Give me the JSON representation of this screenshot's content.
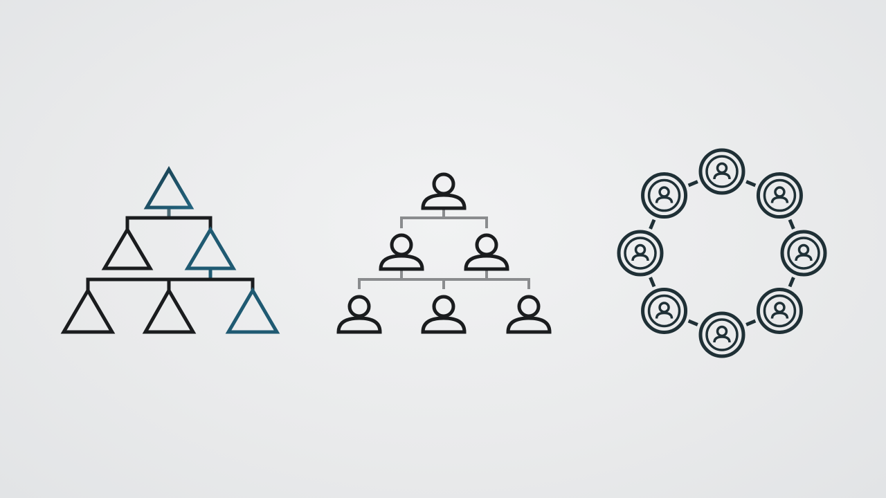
{
  "diagrams": [
    {
      "id": "triangle-hierarchy",
      "kind": "tree of triangles",
      "levels": [
        1,
        2,
        3
      ],
      "nodes": [
        {
          "name": "top-triangle",
          "color": "#1f5a72"
        },
        {
          "name": "mid-left-triangle",
          "color": "#1a1c1e"
        },
        {
          "name": "mid-right-triangle",
          "color": "#1f5a72"
        },
        {
          "name": "bottom-left-triangle",
          "color": "#1a1c1e"
        },
        {
          "name": "bottom-center-triangle",
          "color": "#1a1c1e"
        },
        {
          "name": "bottom-right-triangle",
          "color": "#1f5a72"
        }
      ],
      "connector_color": "#1a1c1e",
      "accent_connector_color": "#1f5a72"
    },
    {
      "id": "people-org-chart",
      "kind": "tree of person icons",
      "levels": [
        1,
        2,
        3
      ],
      "icon": "person-icon",
      "node_color": "#1a1c1e",
      "connector_color": "#8a8c8e"
    },
    {
      "id": "people-network-ring",
      "kind": "ring of person icons",
      "node_count": 8,
      "icon": "person-circle-icon",
      "node_color": "#1f3036"
    }
  ]
}
